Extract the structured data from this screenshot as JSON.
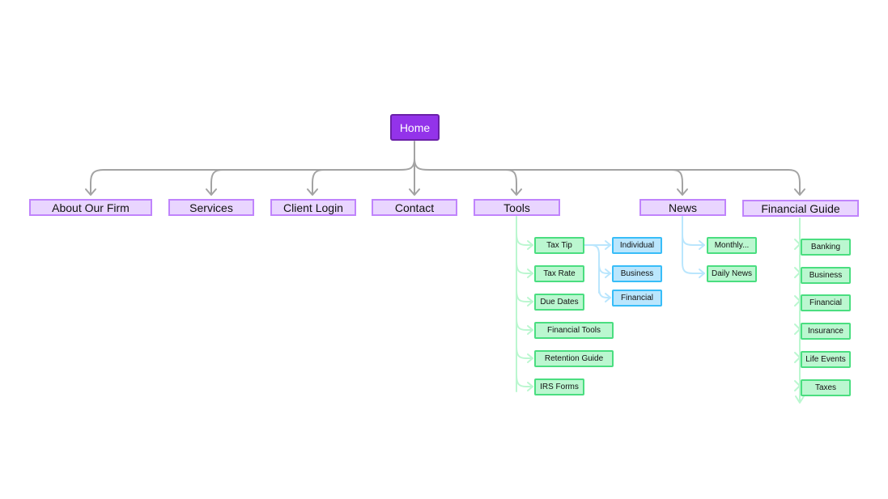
{
  "colors": {
    "home_fill": "#9333ea",
    "level1_fill": "#e9d5ff",
    "level1_border": "#c084fc",
    "leaf_green_fill": "#bbf7d0",
    "leaf_green_border": "#4ade80",
    "leaf_blue_fill": "#bae6fd",
    "leaf_blue_border": "#38bdf8",
    "connector_gray": "#a3a3a3",
    "connector_green": "#bbf7d0",
    "connector_blue": "#bae6fd"
  },
  "home": {
    "label": "Home"
  },
  "level1": [
    {
      "label": "About Our Firm"
    },
    {
      "label": "Services"
    },
    {
      "label": "Client Login"
    },
    {
      "label": "Contact"
    },
    {
      "label": "Tools"
    },
    {
      "label": "News"
    },
    {
      "label": "Financial Guide"
    }
  ],
  "tools": {
    "items": [
      "Tax Tip",
      "Tax Rate",
      "Due Dates",
      "Financial Tools",
      "Retention Guide",
      "IRS Forms"
    ],
    "tax_tip_children": [
      "Individual",
      "Business",
      "Financial"
    ]
  },
  "news": {
    "items": [
      "Monthly...",
      "Daily News"
    ]
  },
  "financial_guide": {
    "items": [
      "Banking",
      "Business",
      "Financial",
      "Insurance",
      "Life Events",
      "Taxes"
    ]
  }
}
